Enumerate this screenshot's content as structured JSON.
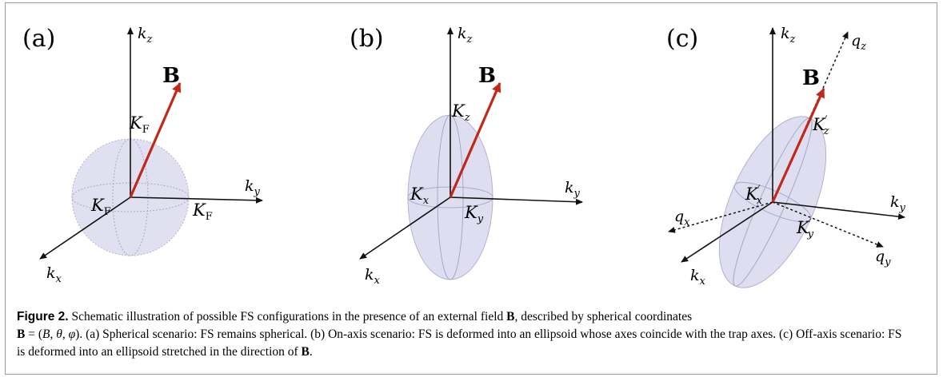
{
  "figure": {
    "panels": [
      {
        "letter": "(a)",
        "axes": {
          "x": "k",
          "x_sub": "x",
          "y": "k",
          "y_sub": "y",
          "z": "k",
          "z_sub": "z"
        },
        "field_label": "B",
        "labels": [
          {
            "main": "K",
            "sub": "F"
          },
          {
            "main": "K",
            "sub": "F"
          },
          {
            "main": "K",
            "sub": "F"
          }
        ]
      },
      {
        "letter": "(b)",
        "axes": {
          "x": "k",
          "x_sub": "x",
          "y": "k",
          "y_sub": "y",
          "z": "k",
          "z_sub": "z"
        },
        "field_label": "B",
        "labels": [
          {
            "main": "K",
            "sub": "z"
          },
          {
            "main": "K",
            "sub": "x"
          },
          {
            "main": "K",
            "sub": "y"
          }
        ]
      },
      {
        "letter": "(c)",
        "axes": {
          "x": "k",
          "x_sub": "x",
          "y": "k",
          "y_sub": "y",
          "z": "k",
          "z_sub": "z"
        },
        "field_label": "B",
        "q_axes": {
          "qz": "q",
          "qz_sub": "z",
          "qx": "q",
          "qx_sub": "x",
          "qy": "q",
          "qy_sub": "y"
        },
        "labels": [
          {
            "main": "K",
            "sub": "z",
            "prime": "′"
          },
          {
            "main": "K",
            "sub": "x",
            "prime": "′"
          },
          {
            "main": "K",
            "sub": "y",
            "prime": "′"
          }
        ]
      }
    ],
    "colors": {
      "field_arrow": "#c0281a",
      "surface_fill": "#d6d6ec",
      "surface_stroke": "#b2b2d0",
      "axis": "#111111",
      "frame": "#9a9a9a"
    }
  },
  "caption": {
    "lead": "Figure 2.",
    "t1": " Schematic illustration of possible FS configurations in the presence of an external field ",
    "b_symbol": "B",
    "t2": ", described by spherical coordinates ",
    "t3": " = (",
    "B_var": "B",
    "comma1": ", ",
    "theta": "θ",
    "comma2": ", ",
    "phi": "φ",
    "t4": "). (a) Spherical scenario: FS remains spherical. (b) On-axis scenario: FS is deformed into an ellipsoid whose axes coincide with the trap axes. (c) Off-axis scenario: FS is deformed into an ellipsoid stretched in the direction of ",
    "t5": "."
  }
}
